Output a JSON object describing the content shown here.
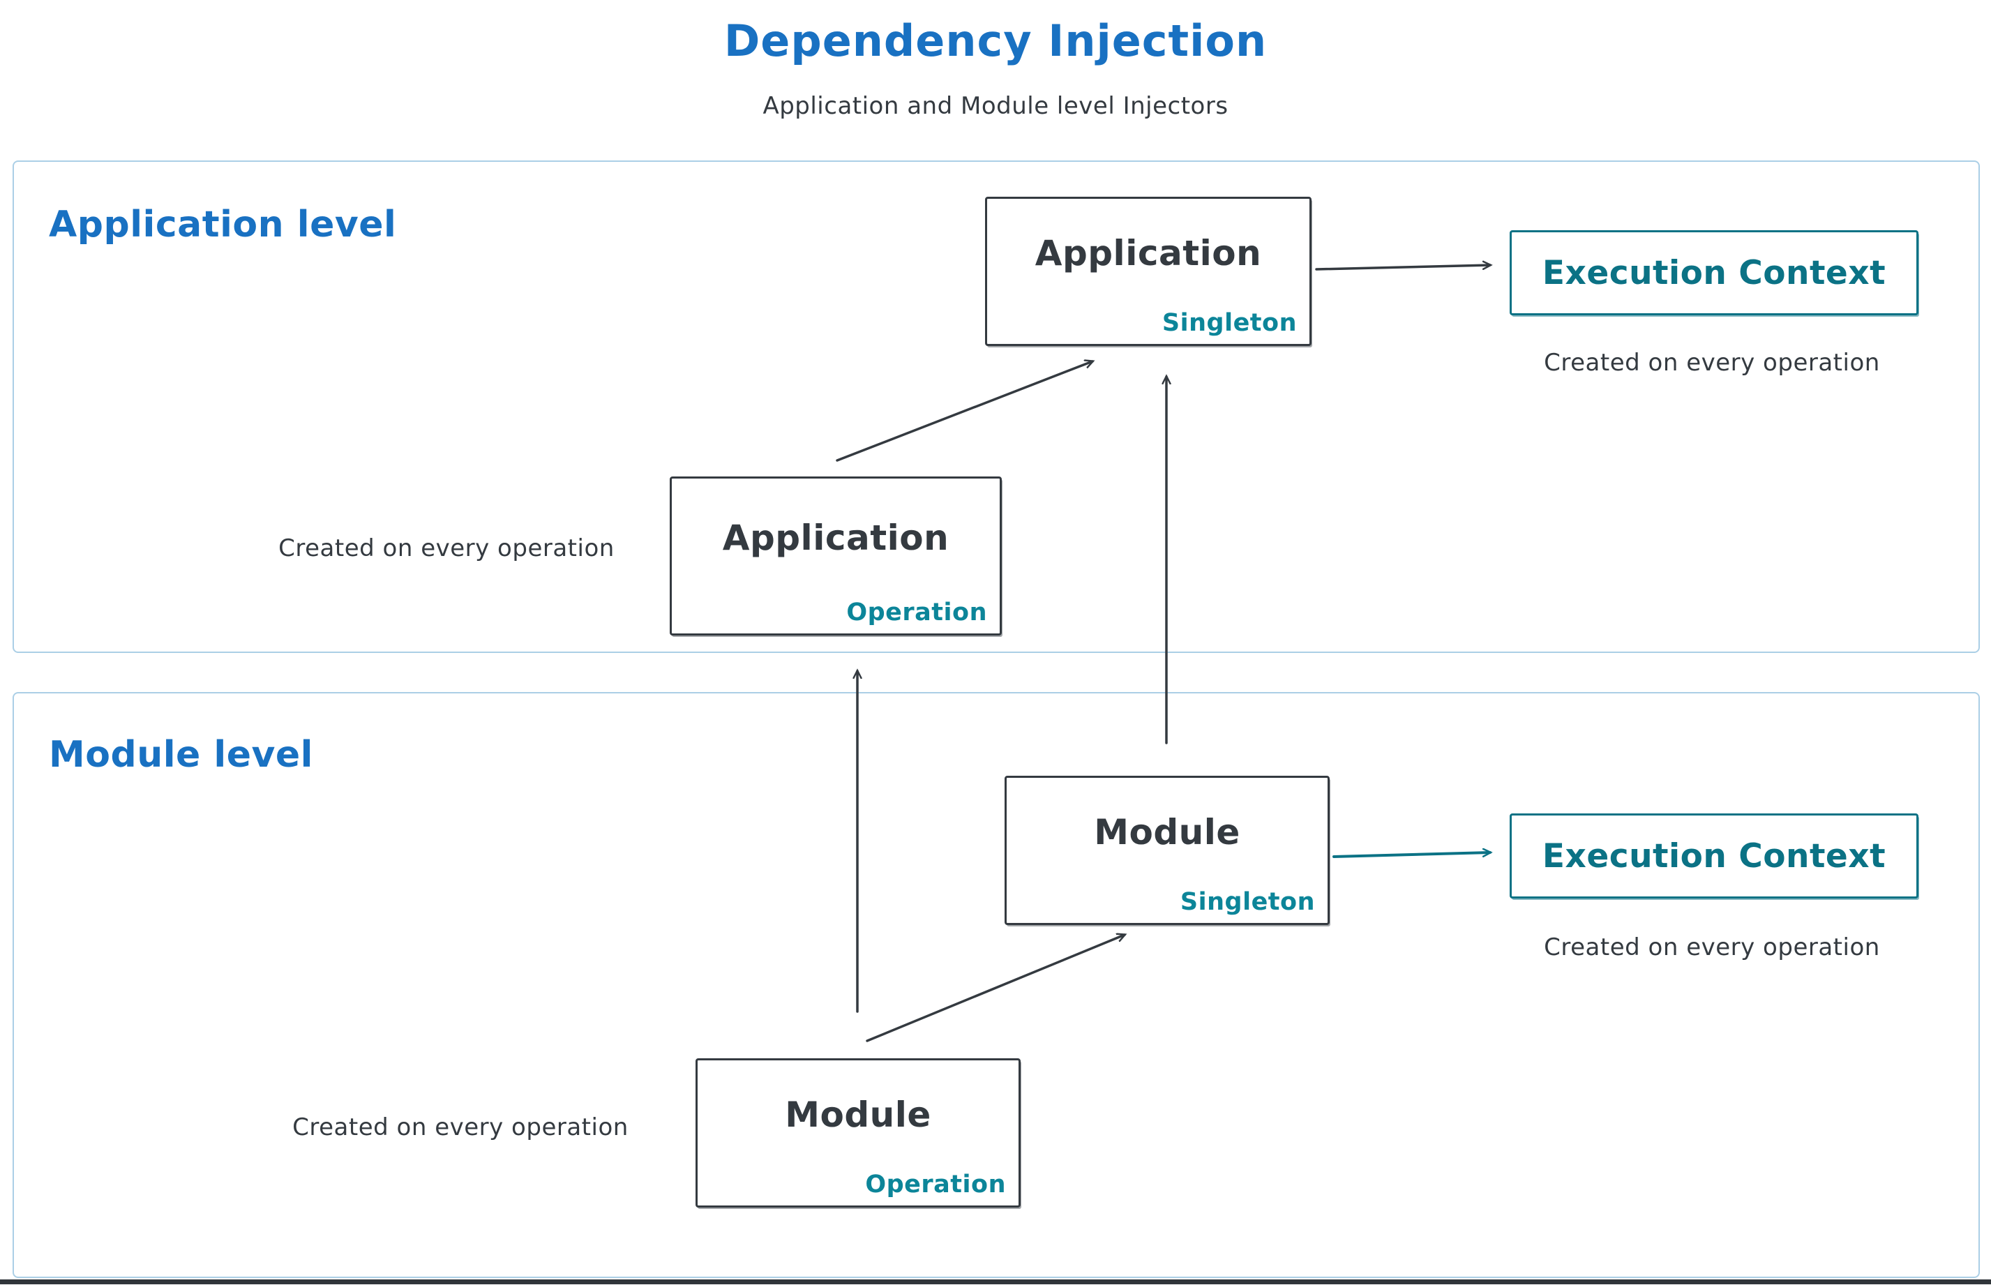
{
  "title": "Dependency Injection",
  "subtitle": "Application and Module level Injectors",
  "colors": {
    "heading_blue": "#1971c2",
    "stroke_dark": "#343a40",
    "accent_teal": "#0c8599",
    "exec_teal": "#0b7285",
    "container_border": "#abcfe6"
  },
  "sections": {
    "application": {
      "label": "Application level",
      "singleton_box": {
        "title": "Application",
        "subtitle": "Singleton"
      },
      "operation_box": {
        "title": "Application",
        "subtitle": "Operation"
      },
      "execution_box": {
        "label": "Execution Context"
      },
      "execution_note": "Created on every operation",
      "operation_note": "Created on every operation"
    },
    "module": {
      "label": "Module level",
      "singleton_box": {
        "title": "Module",
        "subtitle": "Singleton"
      },
      "operation_box": {
        "title": "Module",
        "subtitle": "Operation"
      },
      "execution_box": {
        "label": "Execution Context"
      },
      "execution_note": "Created on every operation",
      "operation_note": "Created on every operation"
    }
  }
}
